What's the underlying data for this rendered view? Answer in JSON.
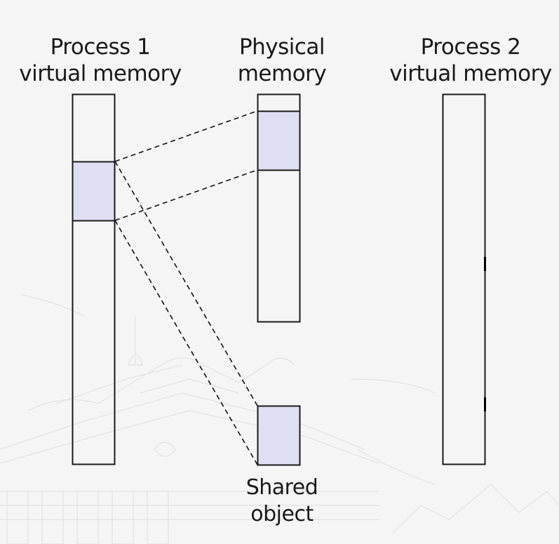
{
  "diagram": {
    "title": "Shared object mapped into process virtual memory",
    "labels": {
      "process1_line1": "Process 1",
      "process1_line2": "virtual memory",
      "physical_line1": "Physical",
      "physical_line2": "memory",
      "process2_line1": "Process 2",
      "process2_line2": "virtual memory",
      "shared_line1": "Shared",
      "shared_line2": "object"
    },
    "colors": {
      "background": "#f5f5f5",
      "box_stroke": "#1a1a1a",
      "shared_fill": "#dfdff3",
      "watermark": "#e2e2e2"
    },
    "nodes": [
      {
        "id": "process1-vm",
        "label": "Process 1 virtual memory",
        "has_shared_region": true
      },
      {
        "id": "physical-memory",
        "label": "Physical memory",
        "has_shared_region": true
      },
      {
        "id": "process2-vm",
        "label": "Process 2 virtual memory",
        "has_shared_region": false
      },
      {
        "id": "shared-object",
        "label": "Shared object",
        "has_shared_region": true
      }
    ],
    "edges": [
      {
        "from": "process1-vm.shared-region",
        "to": "physical-memory.shared-region",
        "style": "dashed"
      },
      {
        "from": "process1-vm.shared-region",
        "to": "shared-object",
        "style": "dashed"
      }
    ]
  }
}
